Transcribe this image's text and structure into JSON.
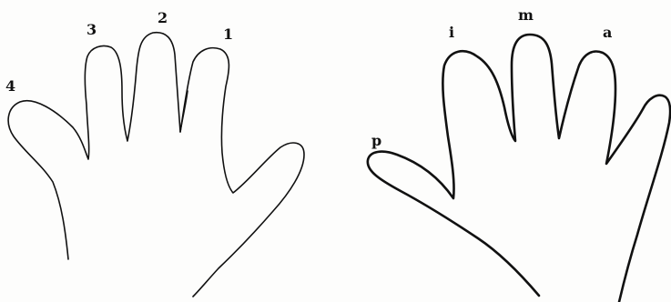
{
  "left_hand": {
    "finger_labels": [
      "4",
      "3",
      "2",
      "1"
    ]
  },
  "right_hand": {
    "finger_labels": [
      "p",
      "i",
      "m",
      "a"
    ]
  },
  "colors": {
    "ink": "#111111",
    "paper": "#fdfdfc"
  }
}
